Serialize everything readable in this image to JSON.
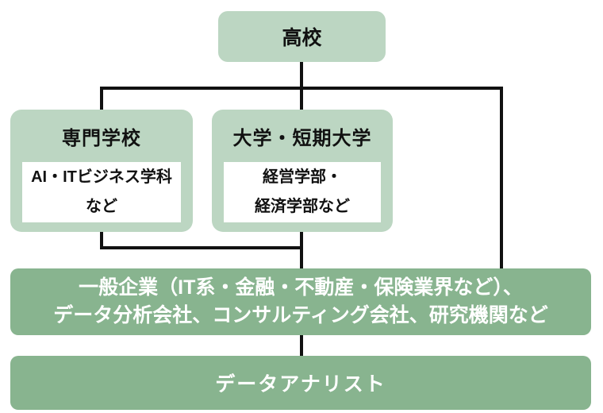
{
  "diagram": {
    "description": "career path flowchart to data analyst",
    "nodes": {
      "highschool": "高校",
      "vocational_title": "専門学校",
      "vocational_detail": "AI・ITビジネス学科\nなど",
      "university_title": "大学・短期大学",
      "university_detail": "経営学部・\n経済学部など",
      "employers": "一般企業（IT系・金融・不動産・保険業界など）、\nデータ分析会社、コンサルティング会社、研究機関など",
      "analyst": "データアナリスト"
    },
    "colors": {
      "light_green": "#bcd6c2",
      "medium_green": "#88b48f",
      "connector_black": "#111111",
      "inner_box_white": "#ffffff",
      "background": "#ffffff"
    }
  }
}
